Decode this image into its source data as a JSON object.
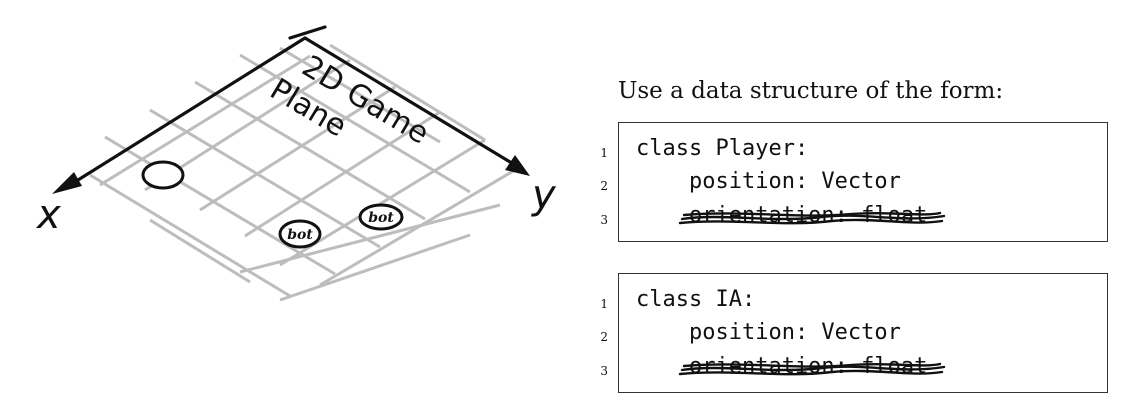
{
  "diagram": {
    "plane_label_line1": "2D Game",
    "plane_label_line2": "Plane",
    "x_axis_label": "x",
    "y_axis_label": "y",
    "player_marker": "circle",
    "bots": [
      {
        "label": "bot"
      },
      {
        "label": "bot"
      }
    ],
    "colors": {
      "grid": "#bdbdbd",
      "axis": "#111111"
    }
  },
  "intro": {
    "text": "Use a data structure of the form:"
  },
  "code_blocks": [
    {
      "lines": [
        {
          "number": "1",
          "text": "class Player:",
          "struck": false
        },
        {
          "number": "2",
          "text": "    position: Vector",
          "struck": false
        },
        {
          "number": "3",
          "text": "    orientation: float",
          "struck": true
        }
      ]
    },
    {
      "lines": [
        {
          "number": "1",
          "text": "class IA:",
          "struck": false
        },
        {
          "number": "2",
          "text": "    position: Vector",
          "struck": false
        },
        {
          "number": "3",
          "text": "    orientation: float",
          "struck": true
        }
      ]
    }
  ]
}
